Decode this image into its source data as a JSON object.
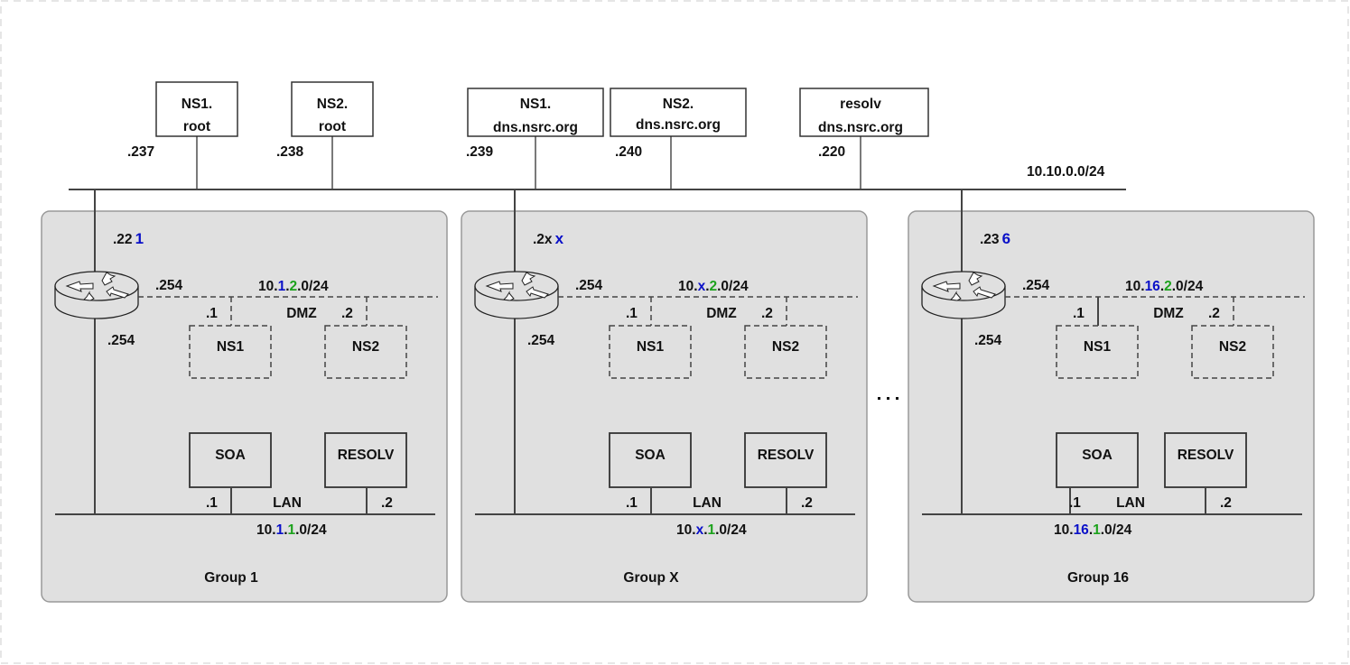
{
  "diagram": {
    "backbone": {
      "network_label": "10.10.0.0/24",
      "servers": [
        {
          "line1": "NS1.",
          "line2": "root",
          "address": ".237"
        },
        {
          "line1": "NS2.",
          "line2": "root",
          "address": ".238"
        },
        {
          "line1": "NS1.",
          "line2": "dns.nsrc.org",
          "address": ".239"
        },
        {
          "line1": "NS2.",
          "line2": "dns.nsrc.org",
          "address": ".240"
        },
        {
          "line1": "resolv",
          "line2": "dns.nsrc.org",
          "address": ".220"
        }
      ]
    },
    "colors": {
      "group_number": "#0a10c8",
      "subnet_number": "#1ca21c",
      "group_background": "#e0e0e0"
    },
    "ellipsis": "...",
    "groups": [
      {
        "name": "Group 1",
        "router_uplink": {
          "prefix": ".22",
          "suffix": "1"
        },
        "router_dmz_addr": ".254",
        "router_lan_addr": ".254",
        "dmz": {
          "label": "DMZ",
          "net_prefix": "10.",
          "group_part": "1",
          "sep": ".",
          "subnet_part": "2",
          "net_suffix": ".0/24",
          "hosts": [
            {
              "name": "NS1",
              "address": ".1"
            },
            {
              "name": "NS2",
              "address": ".2"
            }
          ]
        },
        "lan": {
          "label": "LAN",
          "net_prefix": "10.",
          "group_part": "1",
          "sep": ".",
          "subnet_part": "1",
          "net_suffix": ".0/24",
          "hosts": [
            {
              "name": "SOA",
              "address": ".1"
            },
            {
              "name": "RESOLV",
              "address": ".2"
            }
          ]
        }
      },
      {
        "name": "Group X",
        "router_uplink": {
          "prefix": ".2x",
          "suffix": "x"
        },
        "router_dmz_addr": ".254",
        "router_lan_addr": ".254",
        "dmz": {
          "label": "DMZ",
          "net_prefix": "10.",
          "group_part": "x",
          "sep": ".",
          "subnet_part": "2",
          "net_suffix": ".0/24",
          "hosts": [
            {
              "name": "NS1",
              "address": ".1"
            },
            {
              "name": "NS2",
              "address": ".2"
            }
          ]
        },
        "lan": {
          "label": "LAN",
          "net_prefix": "10.",
          "group_part": "x",
          "sep": ".",
          "subnet_part": "1",
          "net_suffix": ".0/24",
          "hosts": [
            {
              "name": "SOA",
              "address": ".1"
            },
            {
              "name": "RESOLV",
              "address": ".2"
            }
          ]
        }
      },
      {
        "name": "Group 16",
        "router_uplink": {
          "prefix": ".23",
          "suffix": "6"
        },
        "router_dmz_addr": ".254",
        "router_lan_addr": ".254",
        "dmz": {
          "label": "DMZ",
          "net_prefix": "10.",
          "group_part": "16",
          "sep": ".",
          "subnet_part": "2",
          "net_suffix": ".0/24",
          "hosts": [
            {
              "name": "NS1",
              "address": ".1"
            },
            {
              "name": "NS2",
              "address": ".2"
            }
          ]
        },
        "lan": {
          "label": "LAN",
          "net_prefix": "10.",
          "group_part": "16",
          "sep": ".",
          "subnet_part": "1",
          "net_suffix": ".0/24",
          "hosts": [
            {
              "name": "SOA",
              "address": ".1"
            },
            {
              "name": "RESOLV",
              "address": ".2"
            }
          ]
        }
      }
    ]
  }
}
